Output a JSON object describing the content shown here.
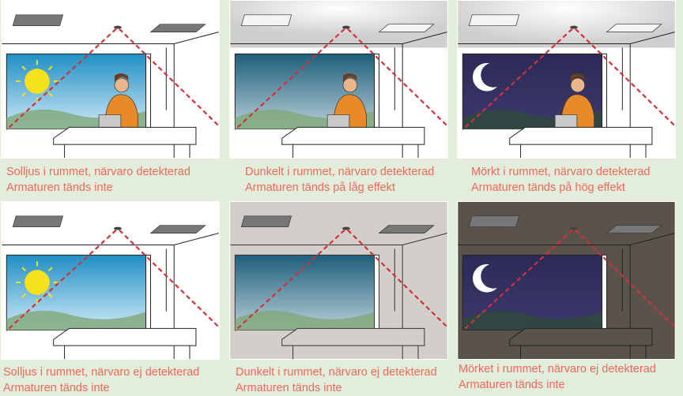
{
  "colors": {
    "background": "#e2eedb",
    "caption": "#f0695a",
    "sensor_line": "#d2303a"
  },
  "scenarios": [
    {
      "line1": "Solljus i rummet, närvaro detekterad",
      "line2": "Armaturen tänds inte",
      "sky": "sun",
      "room": "light",
      "person": true,
      "glow": 0
    },
    {
      "line1": "Dunkelt i rummet, närvaro detekterad",
      "line2": "Armaturen tänds på låg effekt",
      "sky": "dusk",
      "room": "light",
      "person": true,
      "glow": 0.5
    },
    {
      "line1": "Mörkt i rummet, närvaro detekterad",
      "line2": "Armaturen tänds på hög effekt",
      "sky": "night",
      "room": "light",
      "person": true,
      "glow": 1
    },
    {
      "line1": "Solljus i rummet, närvaro ej detekterad",
      "line2": "Armaturen tänds inte",
      "sky": "sun",
      "room": "light",
      "person": false,
      "glow": 0
    },
    {
      "line1": "Dunkelt i rummet, närvaro ej detekterad",
      "line2": "Armaturen tänds inte",
      "sky": "dusk",
      "room": "gray",
      "person": false,
      "glow": 0
    },
    {
      "line1": "Mörket i rummet, närvaro ej detekterad",
      "line2": "Armaturen tänds inte",
      "sky": "night",
      "room": "dark",
      "person": false,
      "glow": 0
    }
  ]
}
